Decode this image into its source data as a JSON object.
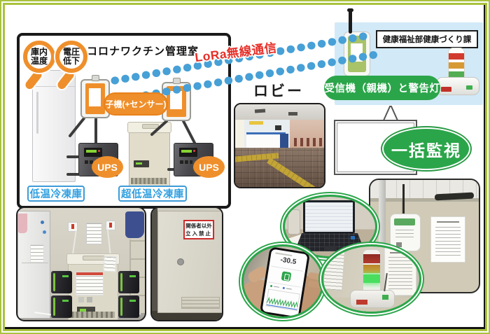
{
  "frame": {
    "bg": "#ffffff",
    "border_color": "#a9c23e",
    "edge_shadow": "#141414"
  },
  "vaccine_room": {
    "title": "コロナワクチン管理室",
    "badges": [
      {
        "top": "庫内",
        "bottom": "温度"
      },
      {
        "top": "電圧",
        "bottom": "低下"
      }
    ],
    "sensor_bubble": "子機(+センサー)",
    "ups_badge": "UPS",
    "freezer_labels": [
      "低温冷凍庫",
      "超低温冷凍庫"
    ],
    "accent_orange": "#ef8f2b",
    "label_blue": "#2f9fe0"
  },
  "lora_link": {
    "label": "LoRa無線通信",
    "text_color": "#e62f28",
    "coil_color": "#47a0d6"
  },
  "lobby": {
    "caption": "ロビー"
  },
  "receiver_area": {
    "bg": "#d2e9f7",
    "department": "健康福祉部健康づくり課",
    "bubble": "受信機（親機）と警告灯",
    "bubble_color": "#2ba54a",
    "light_colors": [
      "#d23a2e",
      "#d79a33",
      "#53ad53"
    ]
  },
  "monitoring": {
    "label": "一括監視",
    "color": "#2ba54a"
  },
  "photos": {
    "door_sign": {
      "line1": "関係者以外",
      "line2": "立入禁止"
    },
    "phone_app": {
      "temperature": "-30.5"
    }
  }
}
